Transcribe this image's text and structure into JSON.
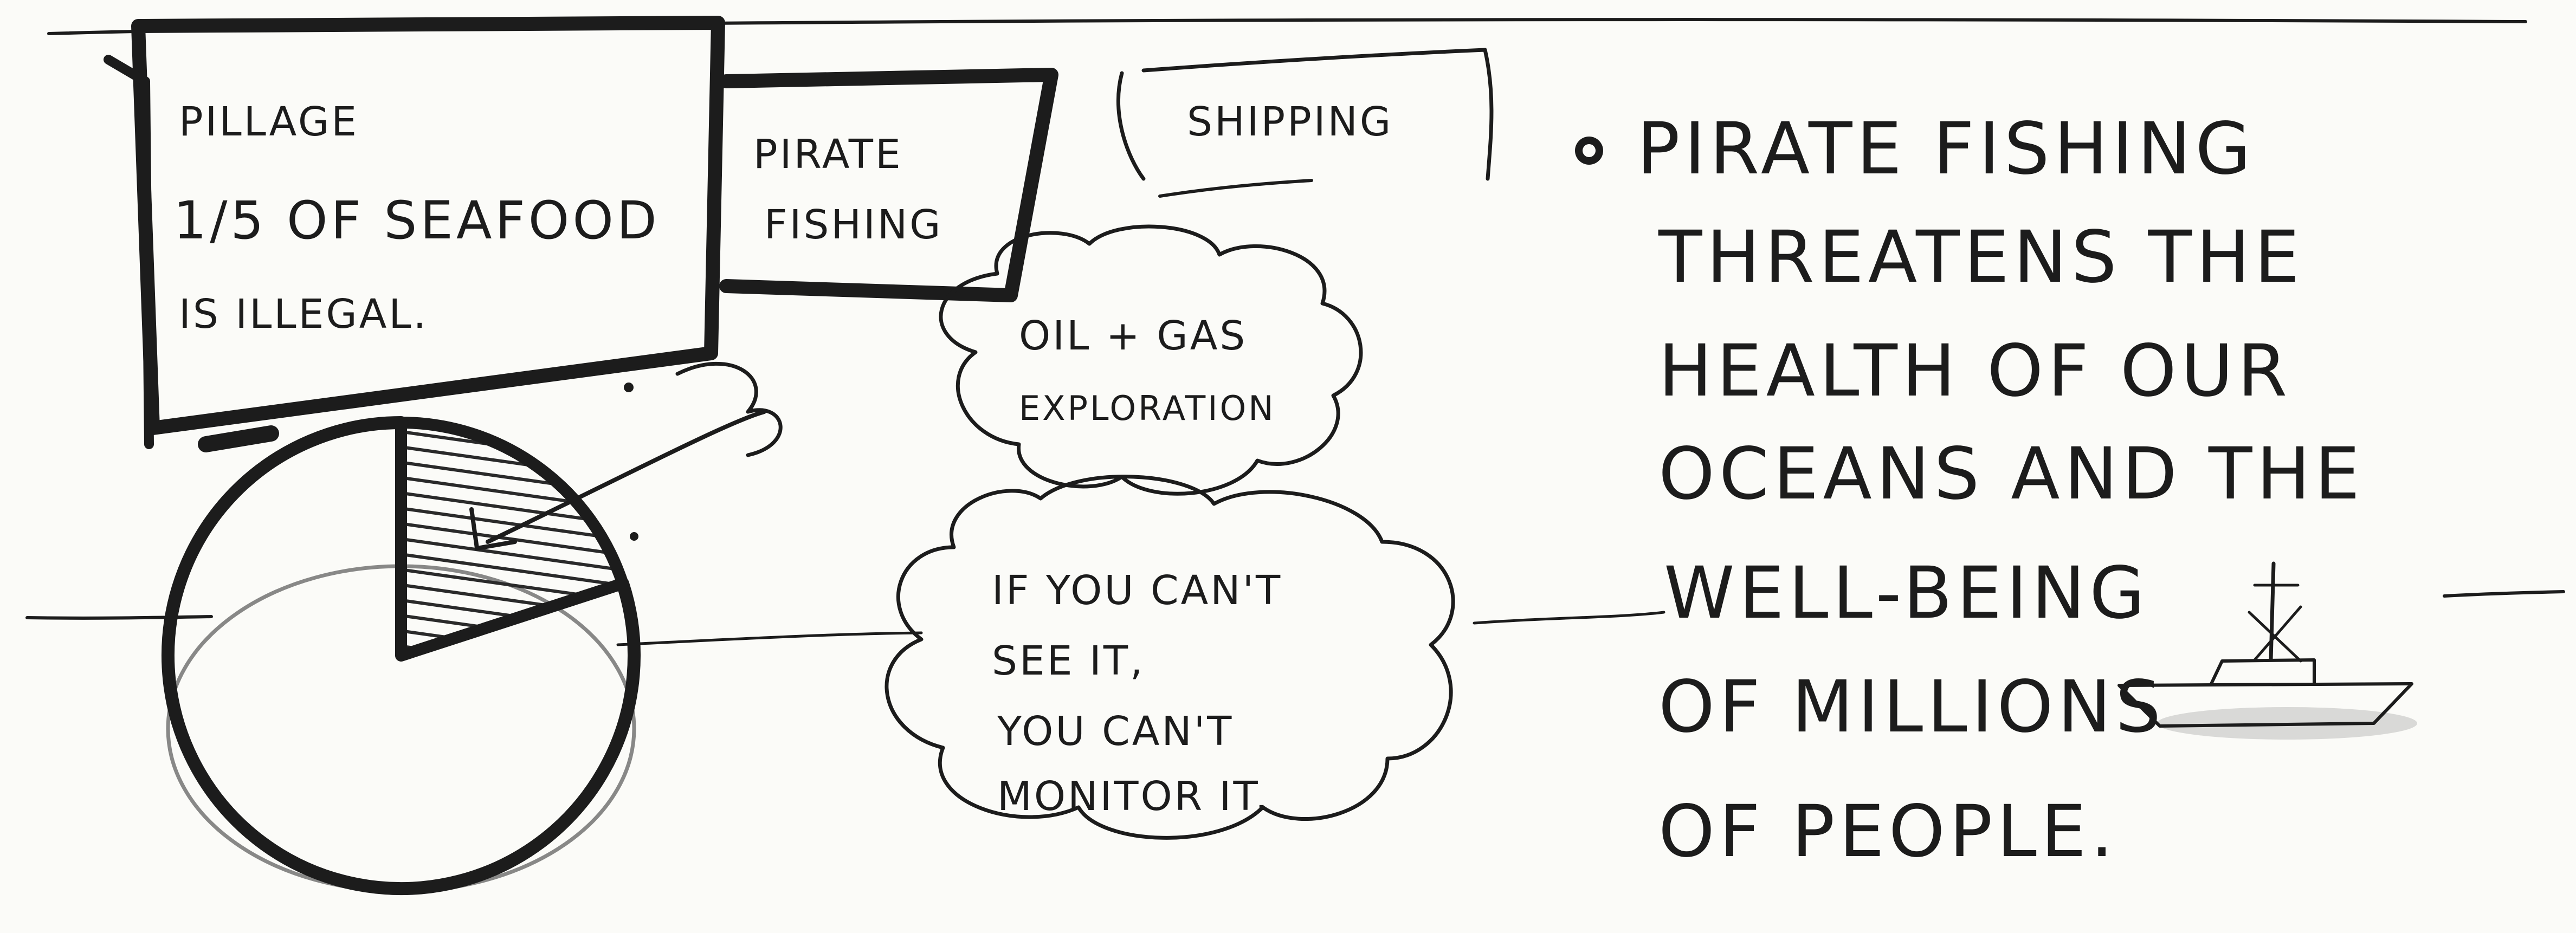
{
  "pillage_box": {
    "lines": [
      "PILLAGE",
      "1/5 OF SEAFOOD",
      "IS ILLEGAL."
    ]
  },
  "pirate_fishing_box": {
    "lines": [
      "PIRATE",
      "FISHING"
    ]
  },
  "shipping_label": "SHIPPING",
  "oil_gas_cloud": {
    "lines": [
      "OIL + GAS",
      "EXPLORATION"
    ]
  },
  "monitor_cloud": {
    "lines": [
      "IF YOU CAN'T",
      "SEE IT,",
      "YOU CAN'T",
      "MONITOR IT."
    ]
  },
  "statement": {
    "lines": [
      "PIRATE FISHING",
      "THREATENS THE",
      "HEALTH OF OUR",
      "OCEANS AND THE",
      "WELL-BEING",
      "OF MILLIONS",
      "OF PEOPLE."
    ]
  },
  "chart_data": {
    "type": "pie",
    "categories": [
      "illegal seafood",
      "remaining seafood"
    ],
    "values": [
      0.2,
      0.8
    ],
    "title": "",
    "highlighted": "illegal seafood"
  },
  "colors": {
    "ink": "#1c1c1c",
    "paper": "#fbfbf8",
    "wash": "#9a9a98"
  }
}
